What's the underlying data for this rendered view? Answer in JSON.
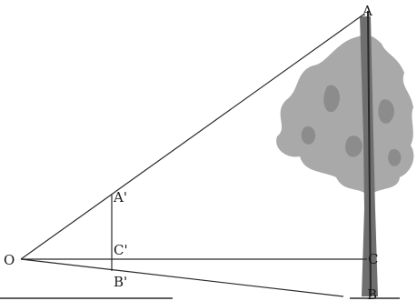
{
  "diagram": {
    "points": {
      "A": "A",
      "A_prime": "A'",
      "B": "B",
      "B_prime": "B'",
      "C": "C",
      "C_prime": "C'",
      "O": "O"
    },
    "colors": {
      "line": "#2a2a2a",
      "tree_trunk": "#6f6f6f",
      "tree_canopy": "#a9a9a9",
      "tree_canopy_dark": "#8c8c8c"
    }
  }
}
